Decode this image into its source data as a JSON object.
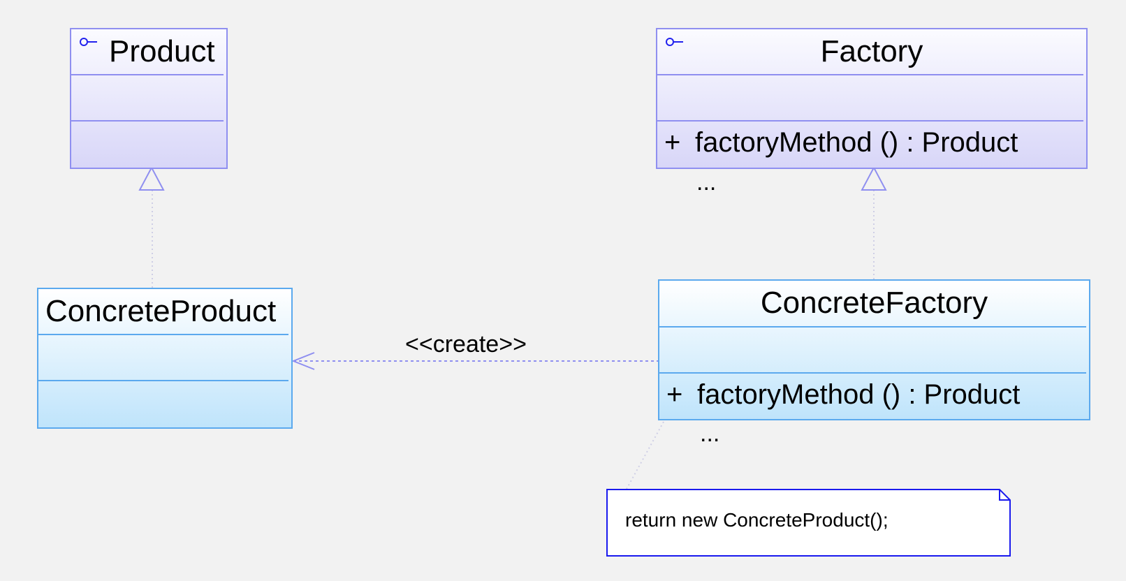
{
  "diagram": {
    "classes": {
      "product": {
        "name": "Product",
        "stereotype_icon": "interface-lollipop-icon"
      },
      "factory": {
        "name": "Factory",
        "stereotype_icon": "interface-lollipop-icon",
        "operation": {
          "visibility": "+",
          "signature": "factoryMethod ()  : Product"
        },
        "more": "..."
      },
      "concrete_product": {
        "name": "ConcreteProduct"
      },
      "concrete_factory": {
        "name": "ConcreteFactory",
        "operation": {
          "visibility": "+",
          "signature": "factoryMethod ()  : Product"
        },
        "more": "..."
      }
    },
    "relations": {
      "create_label": "<<create>>"
    },
    "note": {
      "text": "return new ConcreteProduct();"
    },
    "colors": {
      "background": "#f2f2f2",
      "interface_border": "#8f8ff0",
      "class_border": "#5ba9ee",
      "note_border": "#1a1aee",
      "connector": "#8f8ff0"
    }
  }
}
